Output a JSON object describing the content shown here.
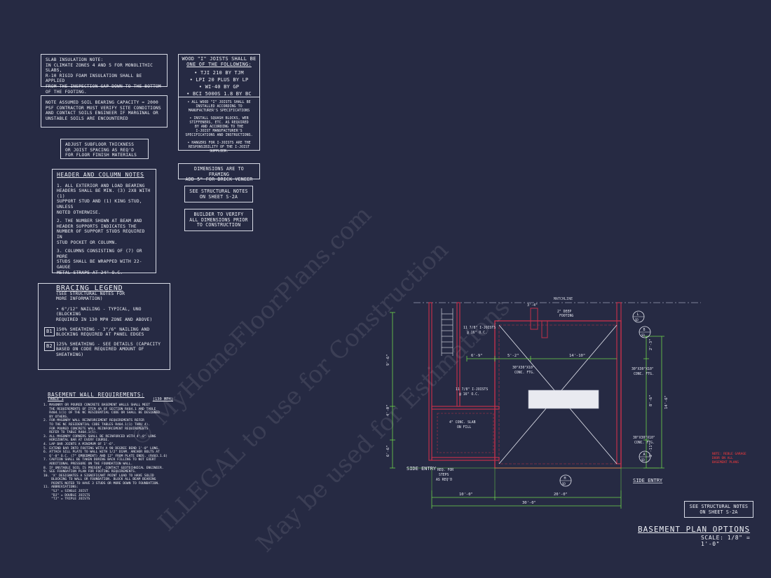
{
  "notes": {
    "slab": {
      "title": "SLAB INSULATION NOTE:",
      "lines": [
        "IN CLIMATE ZONES 4 AND 5 FOR MONOLITHIC SLABS,",
        "R-10 RIGID FOAM INSULATION SHALL BE APPLIED",
        "FROM THE INSPECTION GAP DOWN TO THE BOTTOM",
        "OF THE FOOTING."
      ]
    },
    "soil": [
      "NOTE ASSUMED SOIL BEARING CAPACITY = 2000",
      "PSF CONTRACTOR MUST VERIFY SITE CONDITIONS",
      "AND CONTACT SOILS ENGINEER IF MARGINAL OR",
      "UNSTABLE SOILS ARE ENCOUNTERED"
    ],
    "subfloor": [
      "ADJUST SUBFLOOR THICKNESS",
      "OR JOIST SPACING AS REQ'D",
      "FOR FLOOR FINISH MATERIALS"
    ],
    "header": {
      "title": "HEADER AND COLUMN NOTES",
      "items": [
        [
          "1. ALL EXTERIOR AND LOAD BEARING",
          "HEADERS SHALL BE MIN. (3) 2x8 WITH (1)",
          "SUPPORT STUD AND (1) KING STUD, UNLESS",
          "NOTED OTHERWISE."
        ],
        [
          "2. THE NUMBER SHOWN AT BEAM AND",
          "HEADER SUPPORTS INDICATES THE",
          "NUMBER OF SUPPORT STUDS REQUIRED IN",
          "STUD POCKET OR COLUMN."
        ],
        [
          "3. COLUMNS CONSISTING OF (7) OR MORE",
          "STUDS SHALL BE WRAPPED WITH 22-GAUGE",
          "METAL STRAPS AT 24\" O.C."
        ]
      ]
    },
    "joists": {
      "title": [
        "WOOD \"I\" JOISTS SHALL BE",
        "ONE OF THE FOLLOWING:"
      ],
      "options": [
        "• TJI 210 BY TJM",
        "• LPI 20 PLUS BY LP",
        "• WI-40 BY GP",
        "• BCI 5000s 1.8 BY BC"
      ],
      "specs": [
        [
          "• ALL WOOD \"I\" JOISTS SHALL BE",
          "INSTALLED ACCORDING TO",
          "MANUFACTURER'S SPECIFICATIONS"
        ],
        [
          "• INSTALL SQUASH BLOCKS, WEB",
          "STIFFENERS, ETC. AS REQUIRED",
          "BY AND ACCORDING TO THE",
          "I-JOIST MANUFACTURER'S",
          "SPECIFICATIONS AND INSTRUCTIONS."
        ],
        [
          "• HANGERS FOR I-JOISTS ARE THE",
          "RESPONSIBILITY OF THE I-JOIST SUPPLIER."
        ]
      ]
    },
    "dims": [
      "DIMENSIONS ARE TO FRAMING",
      "ADD 5\" FOR BRICK VENEER"
    ],
    "structural": [
      "SEE STRUCTURAL NOTES",
      "ON SHEET S-2a"
    ],
    "builder": [
      "BUILDER TO VERIFY",
      "ALL DIMENSIONS PRIOR",
      "TO CONSTRUCTION"
    ],
    "bracing": {
      "title": "BRACING LEGEND",
      "sub": [
        "(SEE STRUCTURAL NOTES FOR",
        "MORE INFORMATION)"
      ],
      "item1": [
        "• 6\"/12\" NAILING - TYPICAL, UNO (BLOCKING",
        "REQUIRED IN 130 MPH ZONE AND ABOVE)"
      ],
      "b1": {
        "tag": "B1",
        "lines": [
          "150% SHEATHING - 3\"/6\" NAILING AND",
          "BLOCKING REQUIRED AT PANEL EDGES"
        ]
      },
      "b2": {
        "tag": "B2",
        "lines": [
          "125% SHEATHING - SEE DETAILS (CAPACITY",
          "BASED ON CODE REQUIRED AMOUNT OF",
          "SHEATHING)"
        ]
      }
    },
    "basement": {
      "title": "BASEMENT WALL REQUIREMENTS:",
      "table": "TABLE 1",
      "mph": "(130 MPH)",
      "items": [
        "1. MASONRY OR POURED CONCRETE BASEMENT WALLS SHALL MEET",
        "   THE REQUIREMENTS OF ITEM 4a OF SECTION R404.1 AND TABLE",
        "   R404.1(1) OF THE NC RESIDENTIAL CODE OR SHALL BE DESIGNED",
        "   BY OTHERS.",
        "2. FOR MASONRY WALL REINFORCEMENT REQUIREMENTS REFER",
        "   TO THE NC RESIDENTIAL CODE TABLES R404.1(1) THRU 4).",
        "   FOR POURED CONCRETE WALL REINFORCEMENT REQUIREMENTS",
        "   REFER TO TABLE R404.1(5).",
        "3. ALL MASONRY CORNERS SHALL BE REINFORCED WITH 4'-0\" LONG",
        "   HORIZONTAL BAR AT EVERY COURSE.",
        "4. LAP BAR JOINTS A MINIMUM OF 1'-6\".",
        "5. EXTEND BAR INTO FOOTING WITH A 90 DEGREE BEND 1'-0\" LONG.",
        "6. ATTACH SILL PLATE TO WALL WITH 1/2\" DIAM. ANCHOR BOLTS AT",
        "   6'-0\" O.C. (7\" EMBEDMENT) AND 12\" FROM PLATE ENDS. (R403.1.6)",
        "7. CAUTION SHALL BE TAKEN DURING BACK FILLING TO NOT EXERT",
        "   ADDITIONAL PRESSURE ON THE FOUNDATION WALL.",
        "8. IF UNSTABLE SOIL IS PRESENT, CONTACT GEOTECHNICAL ENGINEER.",
        "9. SEE FOUNDATION PLAN FOR FOOTING REQUIREMENTS.",
        "10. 'X' DESIGNATES A SIGNIFICANT POINT LOAD TO HAVE SOLID",
        "    BLOCKING TO WALL OR FOUNDATION. BLOCK ALL BEAM BEARING",
        "    POINTS NOTED TO HAVE 3 STUDS OR MORE DOWN TO FOUNDATION.",
        "11. ABBREVIATIONS:",
        "    \"SJ\" = SINGLE JOIST",
        "    \"DJ\" = DOUBLE JOISTS",
        "    \"TJ\" = TRIPLE JOISTS"
      ]
    },
    "structural_bottom": [
      "SEE STRUCTURAL NOTES",
      "ON SHEET S-2a"
    ]
  },
  "plan": {
    "title": "BASEMENT PLAN OPTIONS",
    "scale": "SCALE: 1/8\" = 1'-0\"",
    "matchline": "MATCHLINE",
    "deep_footing": [
      "2\" DEEP",
      "FOOTING"
    ],
    "joists_top": [
      "11 7/8\" I-JOISTS",
      "@ 16\" O.C."
    ],
    "joists_mid": [
      "11 7/8\" I-JOISTS",
      "@ 16\" O.C."
    ],
    "ftg_upper": [
      "30\"x30\"x10\"",
      "CONC. FTG."
    ],
    "ftg_right": [
      "30\"x30\"x10\"",
      "CONC. FTG."
    ],
    "ftg_lower": [
      "30\"x30\"x10\"",
      "CONC. FTG."
    ],
    "slab": [
      "4\" CONC. SLAB",
      "ON FILL"
    ],
    "steps": [
      "REQ. FOR",
      "STEPS",
      "AS REQ'D"
    ],
    "side_entry_left": "SIDE ENTRY",
    "side_entry_right": "SIDE ENTRY",
    "red_note": [
      "NOTE: REBLE GARAGE",
      "DOOR ON ALL",
      "BASEMENT PLANS"
    ],
    "dims": {
      "d_6_9": "6'-9\"",
      "d_5_2": "5'-2\"",
      "d_14_10": "14'-10\"",
      "d_10_0": "10'-0\"",
      "d_20_0": "20'-0\"",
      "d_30_0": "30'-0\"",
      "d_3_4": "3'-4\"",
      "l_9_6": "9'-6\"",
      "l_4_0": "4'-0\"",
      "l_6_6": "6'-6\"",
      "r_2_3": "2'-3\"",
      "r_8_6": "8'-6\"",
      "r_2_11": "2'-11\"",
      "r_14_6": "14'-6\""
    },
    "markers": [
      {
        "letter": "L",
        "sub": "SD"
      },
      {
        "letter": "B",
        "sub": "SD"
      },
      {
        "letter": "A",
        "sub": "SD"
      },
      {
        "letter": "H",
        "sub": "SD"
      }
    ]
  },
  "colors": {
    "background": "#262a43",
    "wall": "#c0304a",
    "dimension": "#6fd64a",
    "line": "#e7e9f2",
    "note_red": "#ff3b3b"
  }
}
